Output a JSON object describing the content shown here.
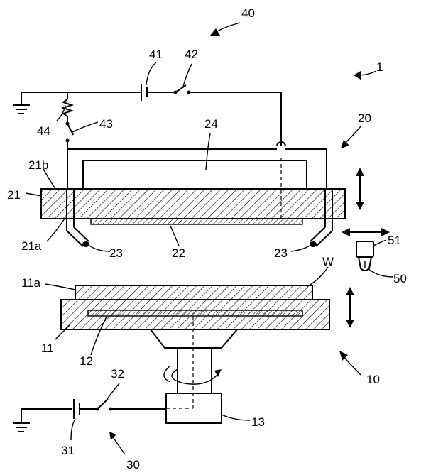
{
  "labels": {
    "l1": "1",
    "l10": "10",
    "l11": "11",
    "l11a": "11a",
    "l12": "12",
    "l13": "13",
    "l20": "20",
    "l21": "21",
    "l21a": "21a",
    "l21b": "21b",
    "l22": "22",
    "l23a": "23",
    "l23b": "23",
    "l24": "24",
    "l30": "30",
    "l31": "31",
    "l32": "32",
    "l40": "40",
    "l41": "41",
    "l42": "42",
    "l43": "43",
    "l44": "44",
    "l50": "50",
    "l51": "51",
    "lW": "W"
  }
}
